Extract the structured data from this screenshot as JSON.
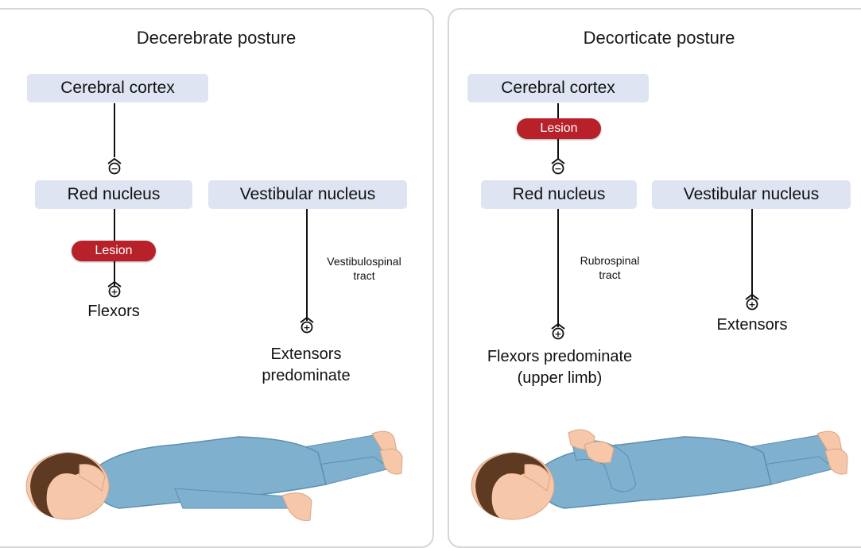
{
  "left": {
    "title": "Decerebrate posture",
    "cerebral_cortex": "Cerebral cortex",
    "red_nucleus": "Red nucleus",
    "vestibular_nucleus": "Vestibular nucleus",
    "lesion": "Lesion",
    "flexors": "Flexors",
    "tract_line1": "Vestibulospinal",
    "tract_line2": "tract",
    "extensors_line1": "Extensors",
    "extensors_line2": "predominate"
  },
  "right": {
    "title": "Decorticate posture",
    "cerebral_cortex": "Cerebral cortex",
    "lesion": "Lesion",
    "red_nucleus": "Red nucleus",
    "vestibular_nucleus": "Vestibular nucleus",
    "tract_line1": "Rubrospinal",
    "tract_line2": "tract",
    "flexors_line1": "Flexors predominate",
    "flexors_line2": "(upper limb)",
    "extensors": "Extensors"
  },
  "synapse_symbols": {
    "inhibitory": "−",
    "excitatory": "+"
  },
  "colors": {
    "node_fill": "#dfe4f3",
    "lesion_fill": "#b8202a",
    "gown": "#7fb1cf",
    "skin": "#f6c7a9",
    "hair": "#5e3a22"
  }
}
